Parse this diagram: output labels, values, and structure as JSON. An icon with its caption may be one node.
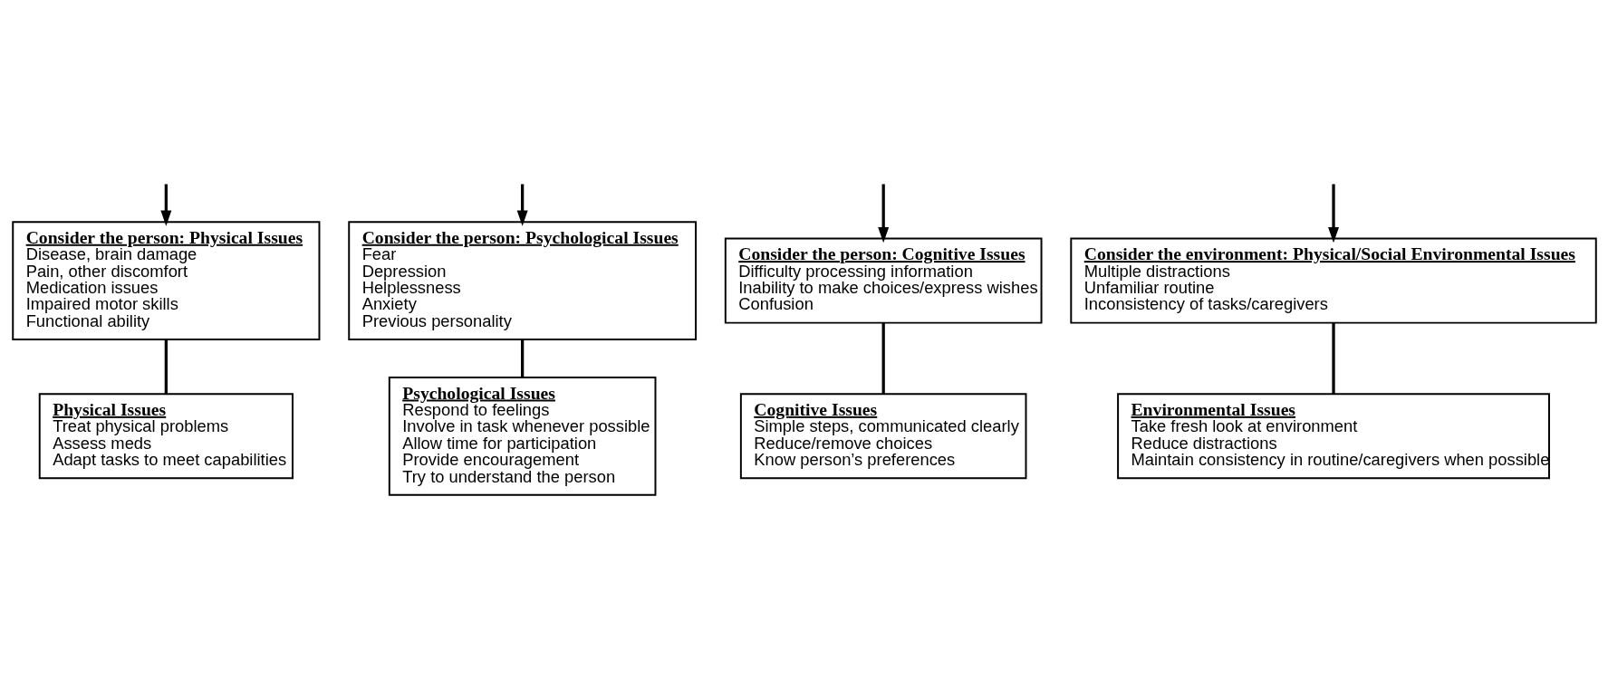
{
  "diagram": {
    "nodes": [
      {
        "text": [
          "Consider the person: Physical Issues",
          "Disease, brain damage",
          "Pain, other discomfort",
          "Medication issues",
          "Impaired motor skills",
          "Functional ability"
        ]
      },
      {
        "text": [
          "Consider the person: Psychological Issues",
          "Fear",
          "Depression",
          "Helplessness",
          "Anxiety",
          "Previous personality"
        ]
      },
      {
        "text": [
          "Consider the person: Cognitive Issues",
          "Difficulty processing information",
          "Inability to make choices/express wishes",
          "Confusion"
        ]
      },
      {
        "text": [
          "Consider the environment: Physical/Social Environmental Issues",
          "Multiple distractions",
          "Unfamiliar routine",
          "Inconsistency of tasks/caregivers"
        ]
      },
      {
        "text": [
          "Physical Issues",
          "Treat physical problems",
          "Assess meds",
          "Adapt tasks to meet capabilities"
        ]
      },
      {
        "text": [
          "Psychological Issues",
          "Respond to feelings",
          "Involve in task whenever possible",
          "Allow time for participation",
          "Provide encouragement",
          "Try to understand the person"
        ]
      },
      {
        "text": [
          "Cognitive Issues",
          "Simple steps, communicated clearly",
          "Reduce/remove choices",
          "Know person’s preferences"
        ]
      },
      {
        "text": [
          "Environmental Issues",
          "Take fresh look at environment",
          "Reduce distractions",
          "Maintain consistency in routine/caregivers when possible"
        ]
      }
    ],
    "edges": [
      {
        "from": null,
        "to": 0,
        "arrow": "to"
      },
      {
        "from": null,
        "to": 1,
        "arrow": "to"
      },
      {
        "from": null,
        "to": 2,
        "arrow": "to"
      },
      {
        "from": null,
        "to": 3,
        "arrow": "to"
      },
      {
        "from": 0,
        "to": 4,
        "arrow": "none"
      },
      {
        "from": 1,
        "to": 5,
        "arrow": "none"
      },
      {
        "from": 2,
        "to": 6,
        "arrow": "none"
      },
      {
        "from": 3,
        "to": 7,
        "arrow": "none"
      }
    ]
  }
}
